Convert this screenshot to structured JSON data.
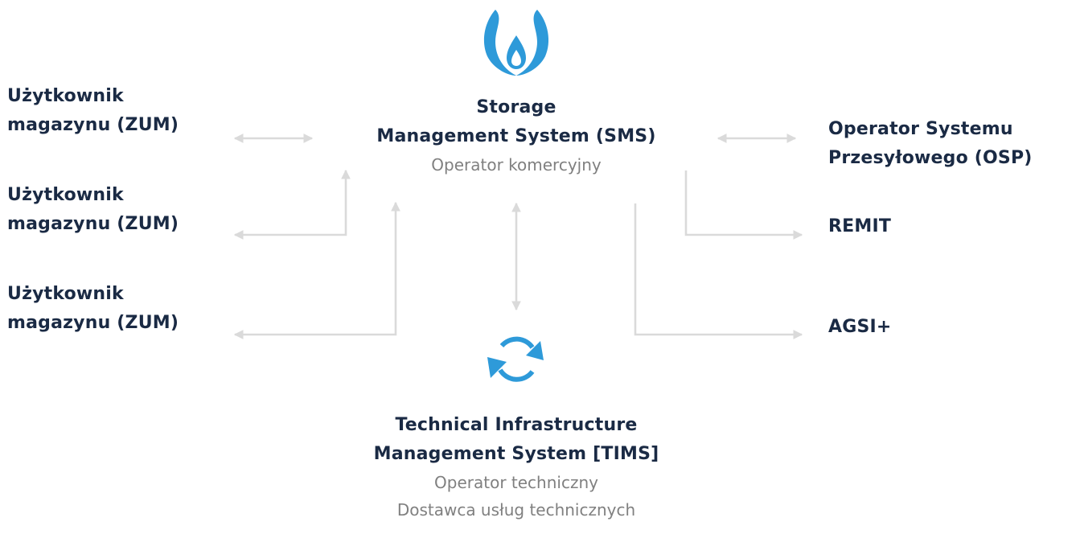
{
  "sms": {
    "title_line1": "Storage",
    "title_line2": "Management System (SMS)",
    "subtitle": "Operator komercyjny",
    "icon": "gas-flame-icon"
  },
  "tims": {
    "title_line1": "Technical Infrastructure",
    "title_line2": "Management System [TIMS]",
    "subtitle_line1": "Operator techniczny",
    "subtitle_line2": "Dostawca usług technicznych",
    "icon": "sync-arrows-icon"
  },
  "left_nodes": [
    {
      "line1": "Użytkownik",
      "line2": "magazynu (ZUM)"
    },
    {
      "line1": "Użytkownik",
      "line2": "magazynu (ZUM)"
    },
    {
      "line1": "Użytkownik",
      "line2": "magazynu (ZUM)"
    }
  ],
  "right_nodes": {
    "osp_line1": "Operator Systemu",
    "osp_line2": "Przesyłowego (OSP)",
    "remit": "REMIT",
    "agsi": "AGSI+"
  },
  "colors": {
    "title": "#1a2a44",
    "subtitle": "#808080",
    "icon_blue": "#2e9ad9",
    "connector": "#dadada"
  }
}
